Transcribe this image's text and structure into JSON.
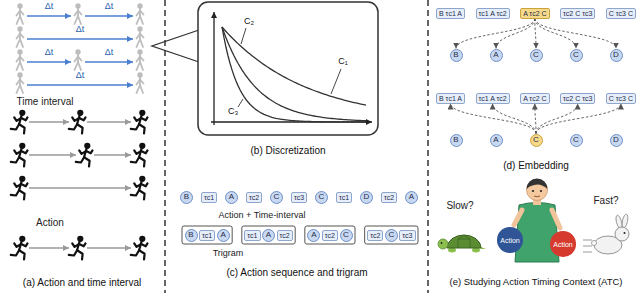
{
  "diagram": {
    "nodes": [
      {
        "text": [
          "B"
        ]
      },
      {
        "text": [
          "τc1"
        ]
      },
      {
        "text": [
          "A"
        ]
      },
      {
        "text": [
          "τc2"
        ]
      },
      {
        "text": [
          "C"
        ]
      },
      {
        "text": [
          "τc3"
        ]
      },
      {
        "text": [
          "C"
        ]
      },
      {
        "text": [
          "τc1"
        ]
      },
      {
        "text": [
          "D"
        ]
      },
      {
        "text": [
          "τc2"
        ]
      },
      {
        "text": [
          "A"
        ]
      },
      {
        "text": [
          "B"
        ]
      },
      {
        "text": [
          "τc1"
        ]
      },
      {
        "text": [
          "A"
        ]
      },
      {
        "text": [
          "τc1"
        ]
      },
      {
        "text": [
          "A"
        ]
      },
      {
        "text": [
          "τc2"
        ]
      },
      {
        "text": [
          "A"
        ]
      },
      {
        "text": [
          "τc2"
        ]
      },
      {
        "text": [
          "C"
        ]
      },
      {
        "text": [
          "τc2"
        ]
      },
      {
        "text": [
          "C"
        ]
      },
      {
        "text": [
          "τc3"
        ]
      },
      {
        "text": [
          "B τc1 A"
        ]
      },
      {
        "text": [
          "τc1 A τc2"
        ]
      },
      {
        "text": [
          "A τc2 C"
        ]
      },
      {
        "text": [
          "τc2 C τc3"
        ]
      },
      {
        "text": [
          "C τc3 C"
        ]
      },
      {
        "text": [
          "B"
        ]
      },
      {
        "text": [
          "A"
        ]
      },
      {
        "text": [
          "C"
        ]
      },
      {
        "text": [
          "C"
        ]
      },
      {
        "text": [
          "D"
        ]
      },
      {
        "text": [
          "B τc1 A"
        ]
      },
      {
        "text": [
          "τc1 A τc2"
        ]
      },
      {
        "text": [
          "A τc2 C"
        ]
      },
      {
        "text": [
          "τc2 C τc3"
        ]
      },
      {
        "text": [
          "C τc3 C"
        ]
      },
      {
        "text": [
          "B"
        ]
      },
      {
        "text": [
          "A"
        ]
      },
      {
        "text": [
          "C"
        ]
      },
      {
        "text": [
          "C"
        ]
      },
      {
        "text": [
          "D"
        ]
      },
      {
        "text": [
          "Action"
        ]
      },
      {
        "text": [
          "Action"
        ]
      }
    ],
    "edges": [
      {
        "from": 25,
        "to": 28,
        "arrow": "to"
      },
      {
        "from": 25,
        "to": 29,
        "arrow": "to"
      },
      {
        "from": 25,
        "to": 30,
        "arrow": "to"
      },
      {
        "from": 25,
        "to": 31,
        "arrow": "to"
      },
      {
        "from": 25,
        "to": 32,
        "arrow": "to"
      },
      {
        "from": 40,
        "to": 33,
        "arrow": "to"
      },
      {
        "from": 40,
        "to": 34,
        "arrow": "to"
      },
      {
        "from": 40,
        "to": 35,
        "arrow": "to"
      },
      {
        "from": 40,
        "to": 36,
        "arrow": "to"
      },
      {
        "from": 40,
        "to": 37,
        "arrow": "to"
      }
    ],
    "labels": [
      "Δt",
      "Δt",
      "Δt",
      "Δt",
      "Δt",
      "Δt",
      "Time interval",
      "Action",
      "(a) Action and time interval",
      "C₂",
      "C₁",
      "C₃",
      "(b) Discretization",
      "Action + Time-interval",
      "Trigram",
      "(c) Action sequence and trigram",
      "(d) Embedding",
      "Slow?",
      "Fast?",
      "(e) Studying Action Timing Context (ATC)"
    ]
  }
}
